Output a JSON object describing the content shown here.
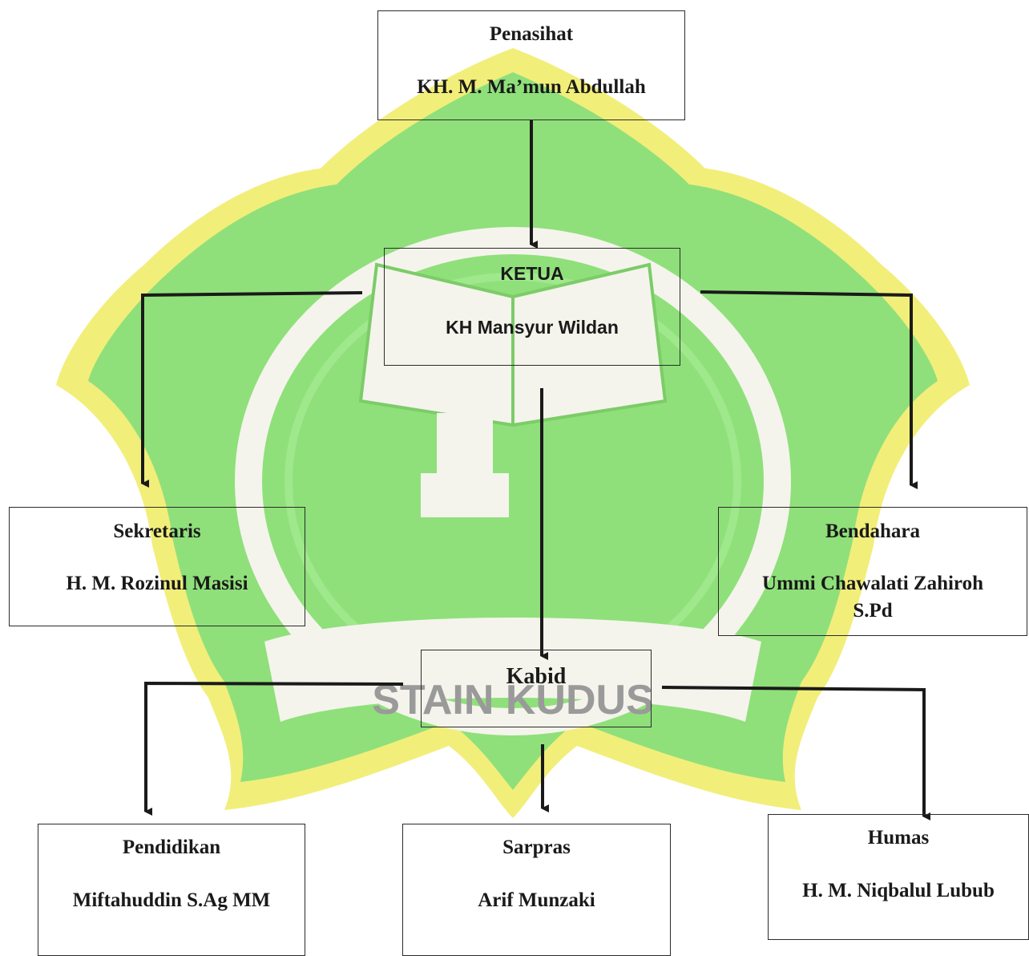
{
  "org_chart": {
    "penasihat": {
      "title": "Penasihat",
      "name": "KH. M. Ma’mun Abdullah"
    },
    "ketua": {
      "title": "KETUA",
      "name": "KH Mansyur Wildan"
    },
    "sekretaris": {
      "title": "Sekretaris",
      "name": "H. M. Rozinul Masisi"
    },
    "bendahara": {
      "title": "Bendahara",
      "name_line1": "Ummi Chawalati Zahiroh",
      "name_line2": "S.Pd"
    },
    "kabid": {
      "title": "Kabid"
    },
    "pendidikan": {
      "title": "Pendidikan",
      "name": "Miftahuddin S.Ag MM"
    },
    "sarpras": {
      "title": "Sarpras",
      "name": "Arif Munzaki"
    },
    "humas": {
      "title": "Humas",
      "name": "H. M. Niqbalul Lubub"
    }
  },
  "watermark": {
    "text": "STAIN KUDUS",
    "colors": {
      "green": "#8fe07a",
      "yellow": "#f2ee7a",
      "white": "#f4f4ec"
    }
  }
}
